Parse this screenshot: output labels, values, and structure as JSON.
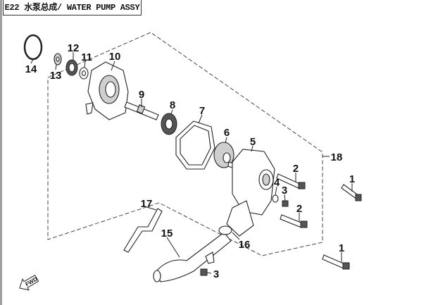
{
  "title": "E22 水泵总成/ WATER PUMP ASSY",
  "fwd_label": "FWD",
  "callouts": [
    "14",
    "13",
    "12",
    "11",
    "10",
    "9",
    "8",
    "7",
    "6",
    "5",
    "18",
    "2",
    "4",
    "3",
    "2",
    "1",
    "17",
    "15",
    "16",
    "1",
    "3"
  ]
}
